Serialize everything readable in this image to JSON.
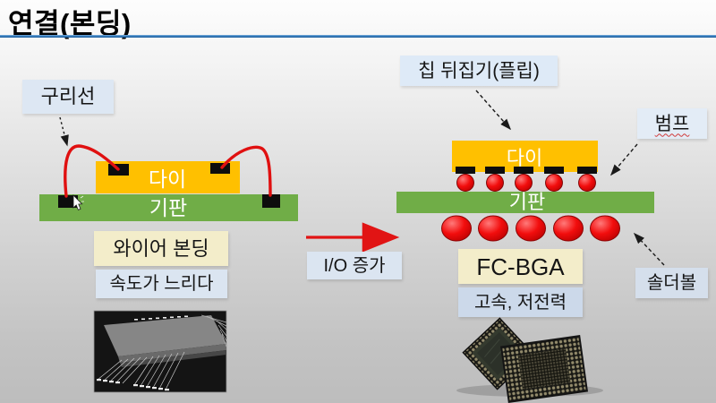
{
  "slide": {
    "title": "연결(본딩)",
    "accent_colors": {
      "title_rule_blue": "#2E75B6",
      "die_orange": "#FFC000",
      "substrate_green": "#70AD47",
      "wire_red": "#E01010",
      "label_blue_bg": "#DCE6F2",
      "label_cream_bg": "#F3EDCA"
    }
  },
  "left_panel": {
    "copper_wire_label": "구리선",
    "die_label": "다이",
    "substrate_label": "기판",
    "method_label": "와이어 본딩",
    "note_label": "속도가 느리다"
  },
  "transition": {
    "io_increase_label": "I/O 증가"
  },
  "right_panel": {
    "flip_chip_label": "칩 뒤집기(플립)",
    "bump_label": "범프",
    "die_label": "다이",
    "substrate_label": "기판",
    "method_label": "FC-BGA",
    "note_label": "고속, 저전력",
    "solder_ball_label": "솔더볼"
  }
}
